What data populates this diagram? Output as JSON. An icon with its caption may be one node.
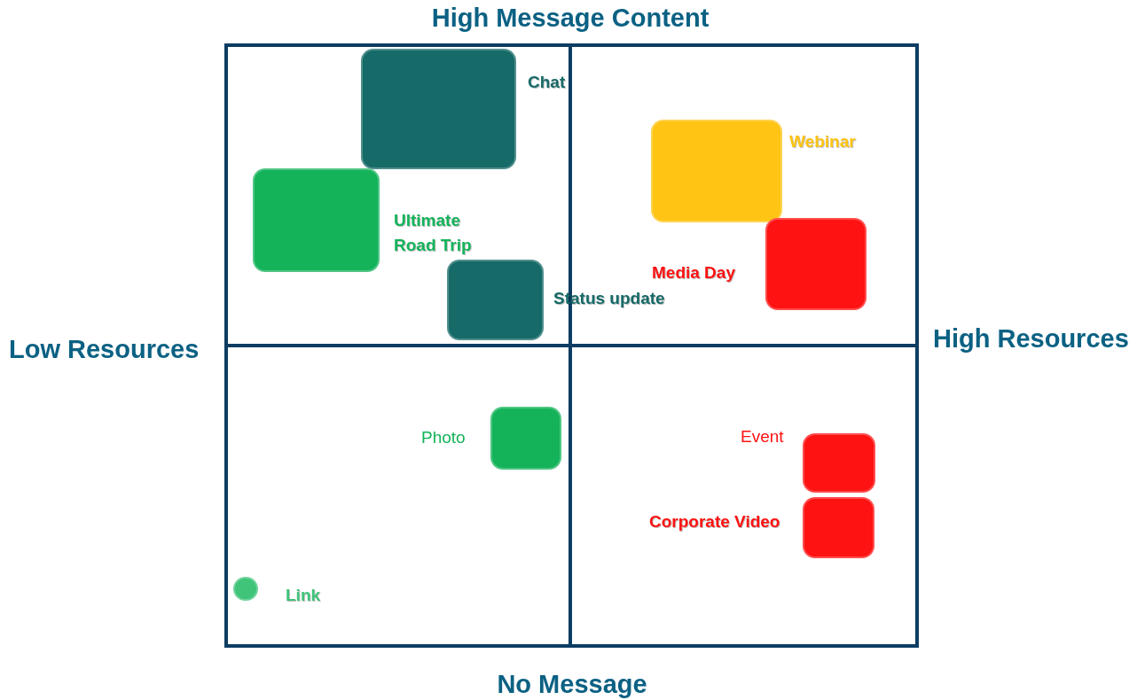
{
  "diagram": {
    "nodes": [
      {
        "text": [],
        "shape": "box",
        "beside": [
          "Chat"
        ]
      },
      {
        "text": [],
        "shape": "box",
        "beside": [
          "Webinar"
        ]
      },
      {
        "text": [],
        "shape": "box",
        "beside": [
          "Ultimate Road Trip"
        ]
      },
      {
        "text": [],
        "shape": "box",
        "beside": [
          "Media Day"
        ]
      },
      {
        "text": [],
        "shape": "box",
        "beside": [
          "Status update"
        ]
      },
      {
        "text": [],
        "shape": "box",
        "beside": [
          "Photo"
        ]
      },
      {
        "text": [],
        "shape": "box",
        "beside": [
          "Event"
        ]
      },
      {
        "text": [],
        "shape": "box",
        "beside": [
          "Corporate Video"
        ]
      },
      {
        "text": [],
        "shape": "box",
        "beside": [
          "Link"
        ]
      }
    ],
    "edges": [],
    "labels": [
      "High Message Content",
      "Low Resources",
      "High Resources",
      "No Message"
    ]
  }
}
